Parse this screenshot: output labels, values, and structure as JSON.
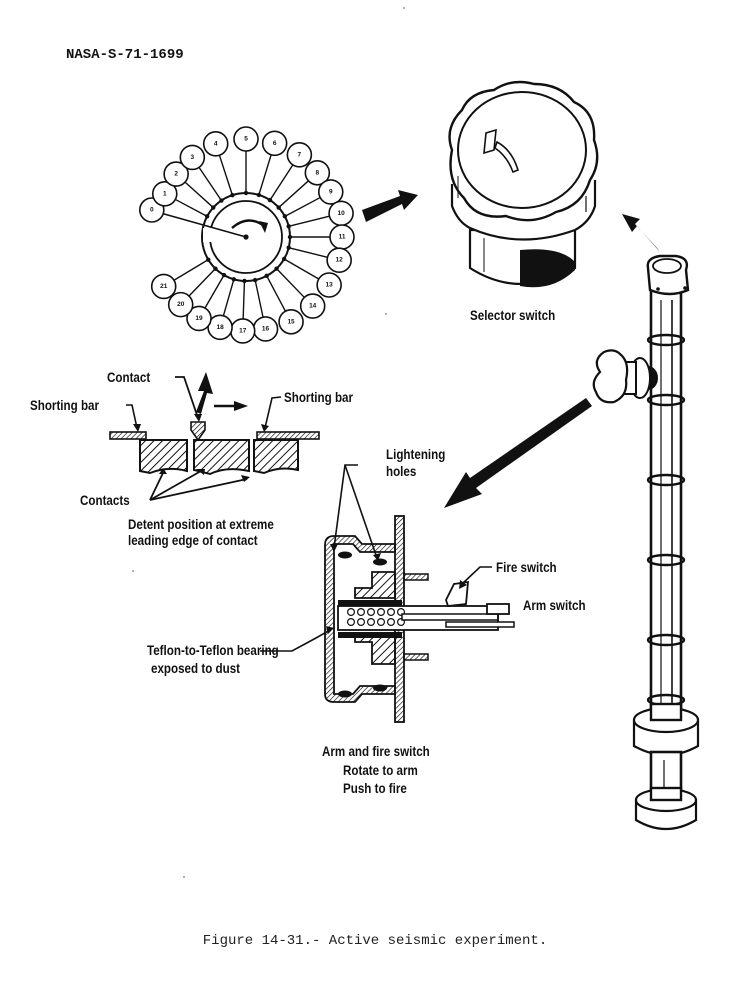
{
  "document_id": "NASA-S-71-1699",
  "caption": "Figure 14-31.- Active seismic experiment.",
  "colors": {
    "ink": "#111111",
    "paper": "#ffffff"
  },
  "dial": {
    "position_labels": [
      "0",
      "1",
      "2",
      "3",
      "4",
      "5",
      "6",
      "7",
      "8",
      "9",
      "10",
      "11",
      "12",
      "13",
      "14",
      "15",
      "16",
      "17",
      "18",
      "19",
      "20",
      "21"
    ]
  },
  "labels": {
    "selector_switch": "Selector switch",
    "contact": "Contact",
    "shorting_bar_left": "Shorting bar",
    "shorting_bar_right": "Shorting bar",
    "contacts": "Contacts",
    "detent_line1": "Detent position at extreme",
    "detent_line2": "leading edge of contact",
    "lightening_line1": "Lightening",
    "lightening_line2": "holes",
    "fire_switch": "Fire switch",
    "arm_switch": "Arm switch",
    "bearing_line1": "Teflon-to-Teflon bearing",
    "bearing_line2": "exposed to dust",
    "arm_fire_title": "Arm and fire switch",
    "arm_fire_line1": "Rotate to arm",
    "arm_fire_line2": "Push to fire"
  }
}
